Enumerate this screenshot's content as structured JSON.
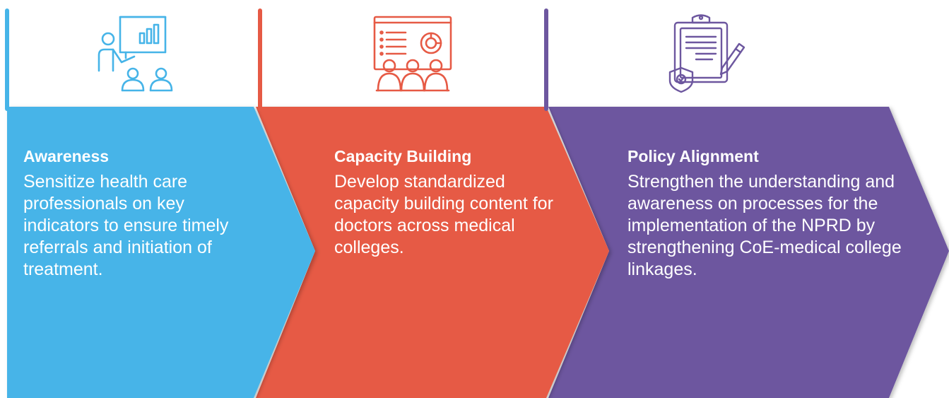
{
  "colors": {
    "awareness": "#46B4E8",
    "capacity": "#E65A45",
    "policy": "#6D579F"
  },
  "steps": [
    {
      "icon": "presentation-board-audience-icon",
      "title": "Awareness",
      "description": "Sensitize health care professionals on key indicators to ensure timely referrals and initiation of treatment."
    },
    {
      "icon": "training-screen-audience-icon",
      "title": "Capacity Building",
      "description": "Develop standardized capacity building content for doctors across medical colleges."
    },
    {
      "icon": "clipboard-shield-pencil-icon",
      "title": "Policy Alignment",
      "description": "Strengthen the understanding and awareness on processes for the implementation of the NPRD by strengthening CoE-medical college linkages."
    }
  ]
}
